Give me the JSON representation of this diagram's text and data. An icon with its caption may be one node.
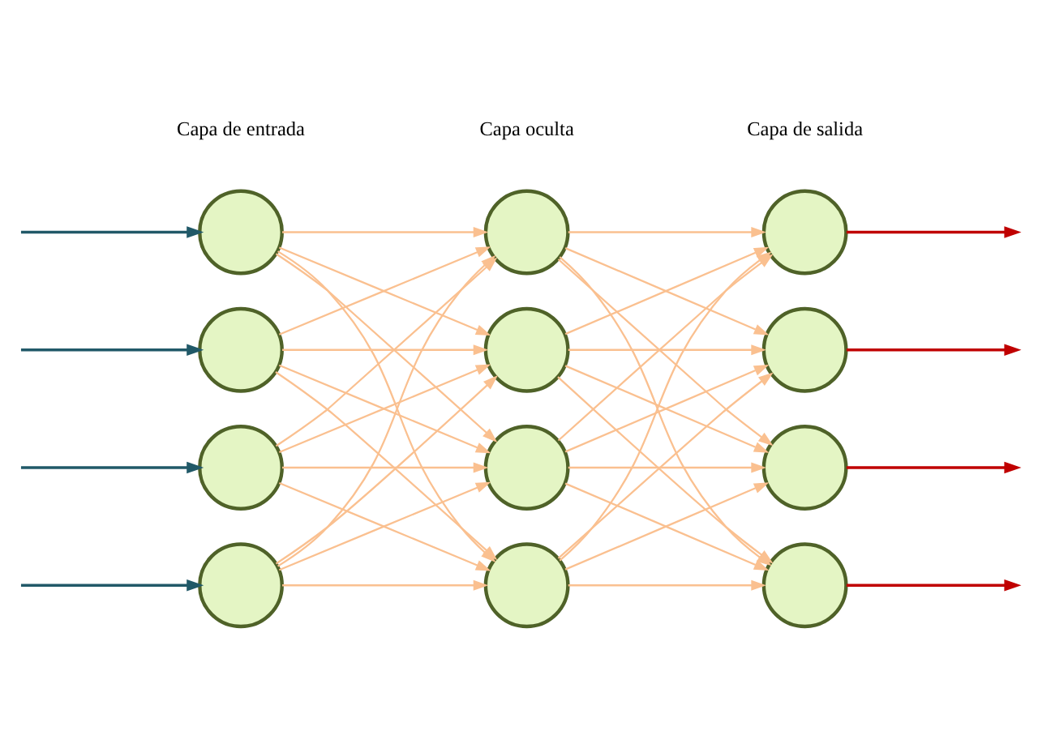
{
  "diagram": {
    "nodes": [
      {
        "text": [],
        "shape": "circle"
      },
      {
        "text": [],
        "shape": "circle"
      },
      {
        "text": [],
        "shape": "circle"
      },
      {
        "text": [],
        "shape": "circle"
      },
      {
        "text": [],
        "shape": "circle"
      },
      {
        "text": [],
        "shape": "circle"
      },
      {
        "text": [],
        "shape": "circle"
      },
      {
        "text": [],
        "shape": "circle"
      },
      {
        "text": [],
        "shape": "circle"
      },
      {
        "text": [],
        "shape": "circle"
      },
      {
        "text": [],
        "shape": "circle"
      },
      {
        "text": [],
        "shape": "circle"
      }
    ],
    "edges": [
      {
        "from": null,
        "to": 0,
        "arrow": "to",
        "color": "#215968"
      },
      {
        "from": null,
        "to": 1,
        "arrow": "to",
        "color": "#215968"
      },
      {
        "from": null,
        "to": 2,
        "arrow": "to",
        "color": "#215968"
      },
      {
        "from": null,
        "to": 3,
        "arrow": "to",
        "color": "#215968"
      },
      {
        "from": 0,
        "to": 4,
        "arrow": "to"
      },
      {
        "from": 0,
        "to": 5,
        "arrow": "to"
      },
      {
        "from": 0,
        "to": 6,
        "arrow": "to"
      },
      {
        "from": 0,
        "to": 7,
        "arrow": "to"
      },
      {
        "from": 1,
        "to": 4,
        "arrow": "to"
      },
      {
        "from": 1,
        "to": 5,
        "arrow": "to"
      },
      {
        "from": 1,
        "to": 6,
        "arrow": "to"
      },
      {
        "from": 1,
        "to": 7,
        "arrow": "to"
      },
      {
        "from": 2,
        "to": 4,
        "arrow": "to"
      },
      {
        "from": 2,
        "to": 5,
        "arrow": "to"
      },
      {
        "from": 2,
        "to": 6,
        "arrow": "to"
      },
      {
        "from": 2,
        "to": 7,
        "arrow": "to"
      },
      {
        "from": 3,
        "to": 4,
        "arrow": "to"
      },
      {
        "from": 3,
        "to": 5,
        "arrow": "to"
      },
      {
        "from": 3,
        "to": 6,
        "arrow": "to"
      },
      {
        "from": 3,
        "to": 7,
        "arrow": "to"
      },
      {
        "from": 4,
        "to": 8,
        "arrow": "to"
      },
      {
        "from": 4,
        "to": 9,
        "arrow": "to"
      },
      {
        "from": 4,
        "to": 10,
        "arrow": "to"
      },
      {
        "from": 4,
        "to": 11,
        "arrow": "to"
      },
      {
        "from": 5,
        "to": 8,
        "arrow": "to"
      },
      {
        "from": 5,
        "to": 9,
        "arrow": "to"
      },
      {
        "from": 5,
        "to": 10,
        "arrow": "to"
      },
      {
        "from": 5,
        "to": 11,
        "arrow": "to"
      },
      {
        "from": 6,
        "to": 8,
        "arrow": "to"
      },
      {
        "from": 6,
        "to": 9,
        "arrow": "to"
      },
      {
        "from": 6,
        "to": 10,
        "arrow": "to"
      },
      {
        "from": 6,
        "to": 11,
        "arrow": "to"
      },
      {
        "from": 7,
        "to": 8,
        "arrow": "to"
      },
      {
        "from": 7,
        "to": 9,
        "arrow": "to"
      },
      {
        "from": 7,
        "to": 10,
        "arrow": "to"
      },
      {
        "from": 7,
        "to": 11,
        "arrow": "to"
      },
      {
        "from": 8,
        "to": null,
        "arrow": "to",
        "color": "#c00000"
      },
      {
        "from": 9,
        "to": null,
        "arrow": "to",
        "color": "#c00000"
      },
      {
        "from": 10,
        "to": null,
        "arrow": "to",
        "color": "#c00000"
      },
      {
        "from": 11,
        "to": null,
        "arrow": "to",
        "color": "#c00000"
      }
    ],
    "labels": [
      "Capa de entrada",
      "Capa oculta",
      "Capa de salida"
    ]
  }
}
